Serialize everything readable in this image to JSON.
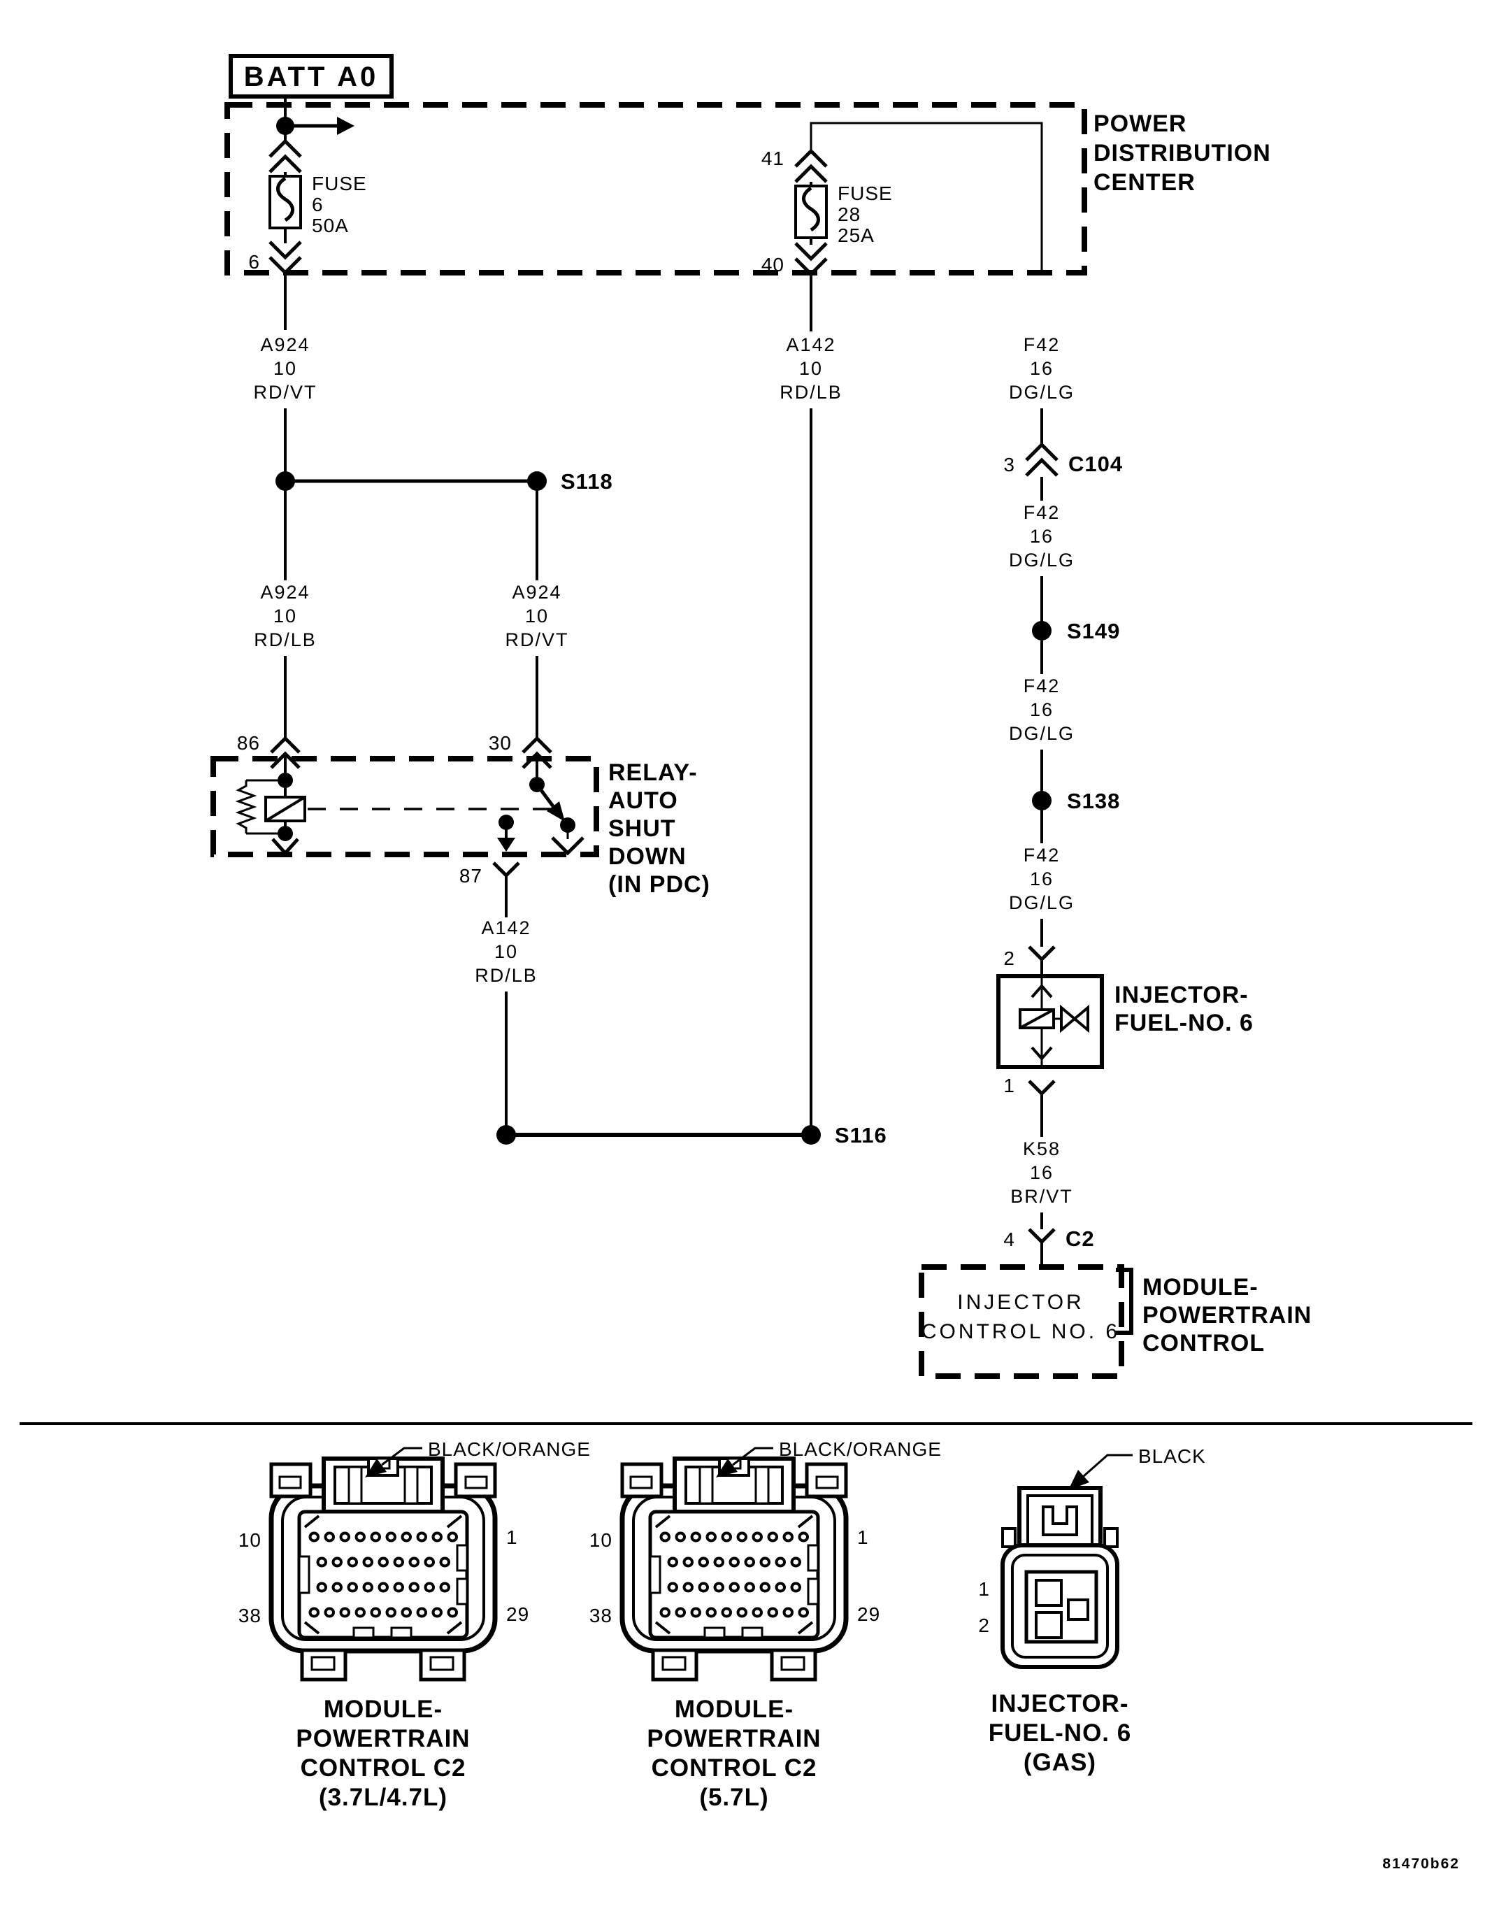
{
  "doc": {
    "code": "81470b62"
  },
  "colors": {
    "ink": "#000000",
    "paper": "#ffffff"
  },
  "power": {
    "source_label": "BATT A0"
  },
  "pdc": {
    "label": [
      "POWER",
      "DISTRIBUTION",
      "CENTER"
    ],
    "fuse6": {
      "name": "FUSE",
      "id": "6",
      "rating": "50A",
      "pin_out": "6"
    },
    "fuse28": {
      "name": "FUSE",
      "id": "28",
      "rating": "25A",
      "pin_in": "41",
      "pin_out": "40"
    }
  },
  "relay": {
    "label": [
      "RELAY-",
      "AUTO",
      "SHUT",
      "DOWN",
      "(IN PDC)"
    ],
    "pin_coil": "86",
    "pin_common": "30",
    "pin_output": "87"
  },
  "wires": {
    "a924_rdvt": [
      "A924",
      "10",
      "RD/VT"
    ],
    "a924_rdlb": [
      "A924",
      "10",
      "RD/LB"
    ],
    "a142_rdlb": [
      "A142",
      "10",
      "RD/LB"
    ],
    "f42_dglg": [
      "F42",
      "16",
      "DG/LG"
    ],
    "k58_brvt": [
      "K58",
      "16",
      "BR/VT"
    ]
  },
  "splices": {
    "s118": "S118",
    "s116": "S116",
    "s149": "S149",
    "s138": "S138"
  },
  "inline_connectors": {
    "c104": {
      "pin": "3",
      "name": "C104"
    },
    "c2": {
      "pin": "4",
      "name": "C2"
    }
  },
  "injector": {
    "label": [
      "INJECTOR-",
      "FUEL-NO. 6"
    ],
    "pin_top": "2",
    "pin_bottom": "1"
  },
  "pcm": {
    "circuit": [
      "INJECTOR",
      "CONTROL NO. 6"
    ],
    "label": [
      "MODULE-",
      "POWERTRAIN",
      "CONTROL"
    ]
  },
  "connector_views": {
    "pcm_37_47": {
      "wire_color": "BLACK/ORANGE",
      "pin_top_left": "10",
      "pin_top_right": "1",
      "pin_bottom_left": "38",
      "pin_bottom_right": "29",
      "caption": [
        "MODULE-",
        "POWERTRAIN",
        "CONTROL C2",
        "(3.7L/4.7L)"
      ]
    },
    "pcm_57": {
      "wire_color": "BLACK/ORANGE",
      "pin_top_left": "10",
      "pin_top_right": "1",
      "pin_bottom_left": "38",
      "pin_bottom_right": "29",
      "caption": [
        "MODULE-",
        "POWERTRAIN",
        "CONTROL C2",
        "(5.7L)"
      ]
    },
    "injector_gas": {
      "wire_color": "BLACK",
      "pin_1": "1",
      "pin_2": "2",
      "caption": [
        "INJECTOR-",
        "FUEL-NO. 6",
        "(GAS)"
      ]
    }
  }
}
